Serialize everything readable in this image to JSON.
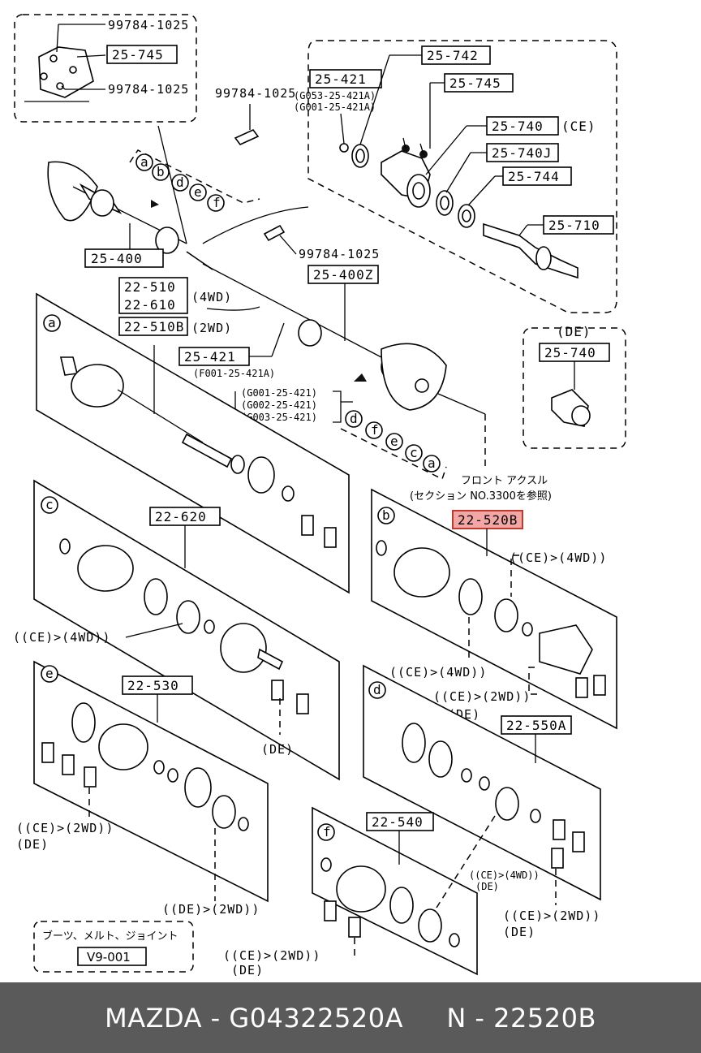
{
  "diagram": {
    "labels": {
      "bracket_upper": "99784-1025",
      "bracket_part": "25-745",
      "bracket_lower": "99784-1025",
      "bolt_top": "99784-1025",
      "part_25_421": "25-421",
      "g053": "(G053-25-421A)",
      "g001a": "(G001-25-421A)",
      "part_25_742": "25-742",
      "part_25_745b": "25-745",
      "part_25_740": "25-740",
      "ce_tag": "(CE)",
      "part_25_740j": "25-740J",
      "part_25_744": "25-744",
      "part_25_710": "25-710",
      "circle_a": "a",
      "circle_b": "b",
      "circle_d": "d",
      "circle_e": "e",
      "circle_f": "f",
      "part_25_400": "25-400",
      "bolt_mid": "99784-1025",
      "part_25_400z": "25-400Z",
      "part_22_510": "22-510",
      "part_22_610": "22-610",
      "fourwd": "(4WD)",
      "part_22_510b": "22-510B",
      "twowd": "(2WD)",
      "part_25_421b": "25-421",
      "f001": "(F001-25-421A)",
      "g001b": "(G001-25-421)",
      "g002": "(G002-25-421)",
      "g003": "(G003-25-421)",
      "de_tag": "(DE)",
      "part_25_740de": "25-740",
      "front_axle_jp": "フロント アクスル",
      "section_ref": "(セクション NO.3300を参照)",
      "circle_c": "c",
      "part_22_620": "22-620",
      "part_22_520b": "22-520B",
      "note_ce_4wd_c": "((CE)>(4WD))",
      "note_ce_4wd_b": "((CE)>(4WD))",
      "note_ce_4wd_b2": "((CE)>(4WD))",
      "note_ce_2wd_b": "((CE)>(2WD))",
      "note_de_b": "(DE)",
      "part_22_530": "22-530",
      "note_de_c": "(DE)",
      "part_22_550a": "22-550A",
      "note_ce_2wd_e": "((CE)>(2WD))",
      "note_de_e": "(DE)",
      "part_22_540": "22-540",
      "note_ce_4wd_f": "((CE)>(4WD))",
      "note_de_f": "(DE)",
      "note_ce_2wd_d": "((CE)>(2WD))",
      "note_de_d": "(DE)",
      "note_de_2wd": "((DE)>(2WD))",
      "note_ce_2wd_f": "((CE)>(2WD))",
      "note_de_f2": "(DE)",
      "legend_jp": "ブーツ、メルト、ジョイント",
      "legend_code": "V9-001"
    },
    "highlight_color": "#f3a6a6"
  },
  "footer": {
    "text": "MAZDA - G04322520A     N - 22520B",
    "background": "#5a5a5a"
  }
}
